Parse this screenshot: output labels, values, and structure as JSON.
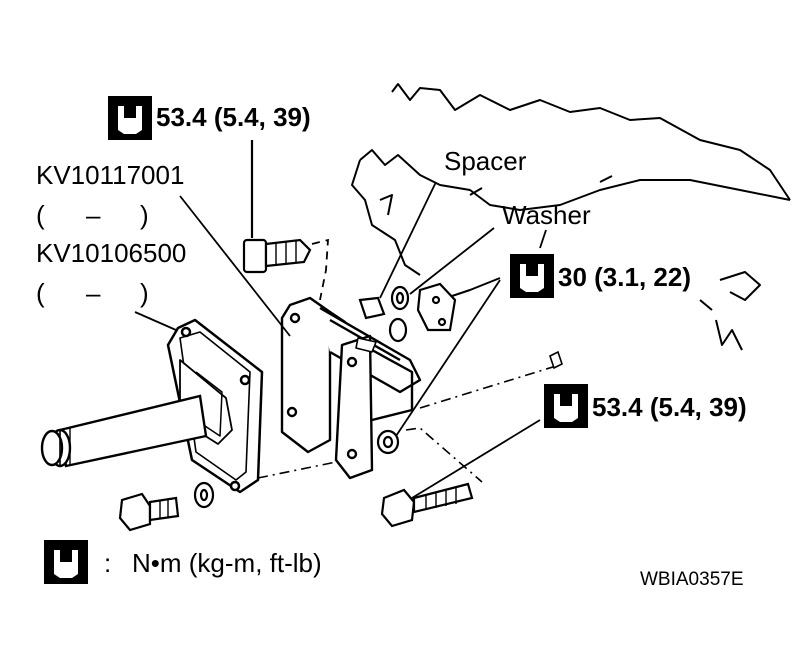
{
  "labels": {
    "torque_top": "53.4 (5.4, 39)",
    "tool_1_code": "KV10117001",
    "tool_1_paren_open": "(",
    "tool_1_dash": "–",
    "tool_1_paren_close": ")",
    "tool_2_code": "KV10106500",
    "tool_2_paren_open": "(",
    "tool_2_dash": "–",
    "tool_2_paren_close": ")",
    "spacer": "Spacer",
    "washer": "Washer",
    "torque_right_upper": "30 (3.1, 22)",
    "torque_right_lower": "53.4 (5.4, 39)",
    "legend_colon": ":",
    "legend_units": "N•m  (kg-m,  ft-lb)",
    "figure_code": "WBIA0357E"
  },
  "icons": {
    "torque_symbol": "torque-wrench-icon"
  },
  "colors": {
    "ink": "#000000",
    "paper": "#ffffff"
  }
}
